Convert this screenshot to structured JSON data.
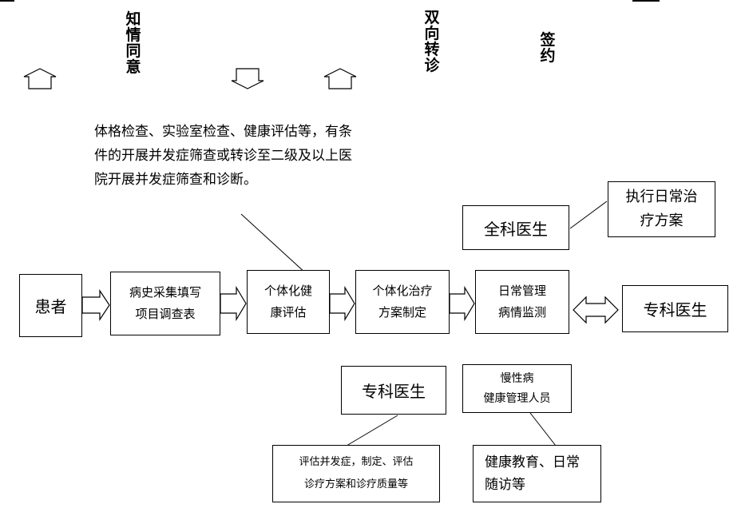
{
  "top_labels": {
    "informed_consent": "知情同意",
    "two_way_referral": "双向转诊",
    "sign_contract": "签约"
  },
  "note_exam": "体格检查、实验室检查、健康评估等，有条\n件的开展并发症筛查或转诊至二级及以上医\n院开展并发症筛查和诊断。",
  "boxes": {
    "patient": "患者",
    "history": "病史采集填写\n项目调查表",
    "assessment": "个体化健\n康评估",
    "treatment_plan": "个体化治疗\n方案制定",
    "daily_mgmt": "日常管理\n病情监测",
    "specialist_right": "专科医生",
    "gp": "全科医生",
    "execute_plan": "执行日常治\n疗方案",
    "specialist_bottom": "专科医生",
    "chronic_staff": "慢性病\n健康管理人员",
    "eval_complications": "评估并发症，制定、评估\n诊疗方案和诊疗质量等",
    "health_education": "健康教育、日常\n随访等"
  }
}
